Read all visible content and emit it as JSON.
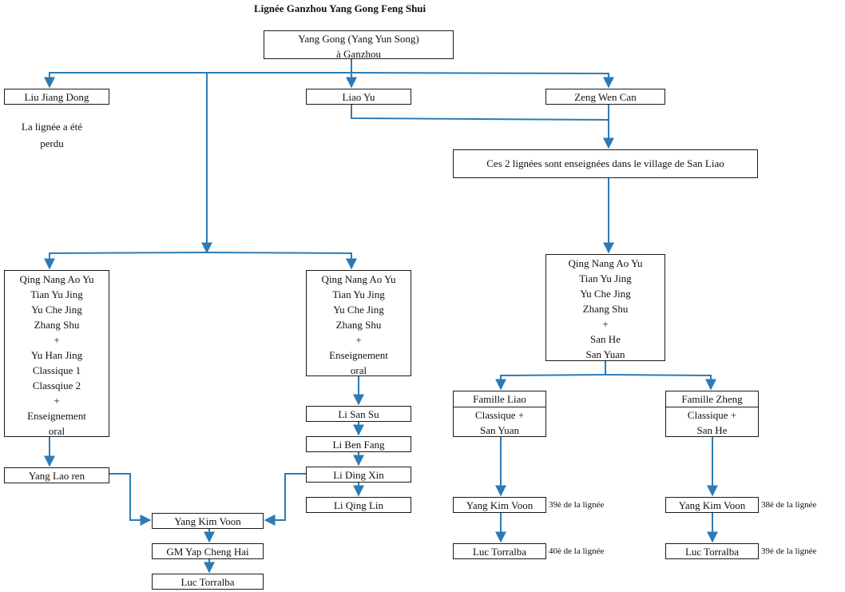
{
  "title": "Lignée Ganzhou Yang Gong Feng Shui",
  "colors": {
    "connector": "#2c7bb6",
    "border": "#1a1a1a"
  },
  "nodes": {
    "root": [
      "Yang Gong (Yang Yun Song)",
      "à Ganzhou"
    ],
    "liu_jiang_dong": "Liu Jiang Dong",
    "lost_note": [
      "La lignée a été",
      "perdu"
    ],
    "liao_yu": "Liao Yu",
    "zeng_wen_can": "Zeng Wen Can",
    "san_liao": "Ces 2 lignées sont enseignées dans le village de San Liao",
    "texts_left": [
      "Qing Nang Ao Yu",
      "Tian Yu Jing",
      "Yu Che Jing",
      "Zhang Shu",
      "+",
      "Yu Han Jing",
      "Classique 1",
      "Classqiue 2",
      "+",
      "Enseignement",
      "oral"
    ],
    "texts_mid": [
      "Qing Nang Ao Yu",
      "Tian Yu Jing",
      "Yu Che Jing",
      "Zhang Shu",
      "+",
      "Enseignement",
      "oral"
    ],
    "texts_right": [
      "Qing Nang Ao Yu",
      "Tian Yu Jing",
      "Yu Che Jing",
      "Zhang Shu",
      "+",
      "San He",
      "San Yuan"
    ],
    "famille_liao": {
      "name": "Famille Liao",
      "lines": [
        "Classique +",
        "San Yuan"
      ]
    },
    "famille_zheng": {
      "name": "Famille Zheng",
      "lines": [
        "Classique +",
        "San He"
      ]
    },
    "yang_lao_ren": "Yang Lao ren",
    "li_san_su": "Li San Su",
    "li_ben_fang": "Li Ben Fang",
    "li_ding_xin": "Li Ding Xin",
    "li_qing_lin": "Li Qing Lin",
    "yang_kim_voon_left": "Yang Kim Voon",
    "gm_yap": "GM Yap Cheng Hai",
    "luc_left": "Luc Torralba",
    "yang_kim_voon_liao": "Yang Kim Voon",
    "gen_39": "39è de la lignée",
    "luc_liao": "Luc Torralba",
    "gen_40": "40è de la lignée",
    "yang_kim_voon_zheng": "Yang Kim Voon",
    "gen_38": "38è de la lignée",
    "luc_zheng": "Luc Torralba",
    "gen_39b": "39è de la lignée"
  }
}
